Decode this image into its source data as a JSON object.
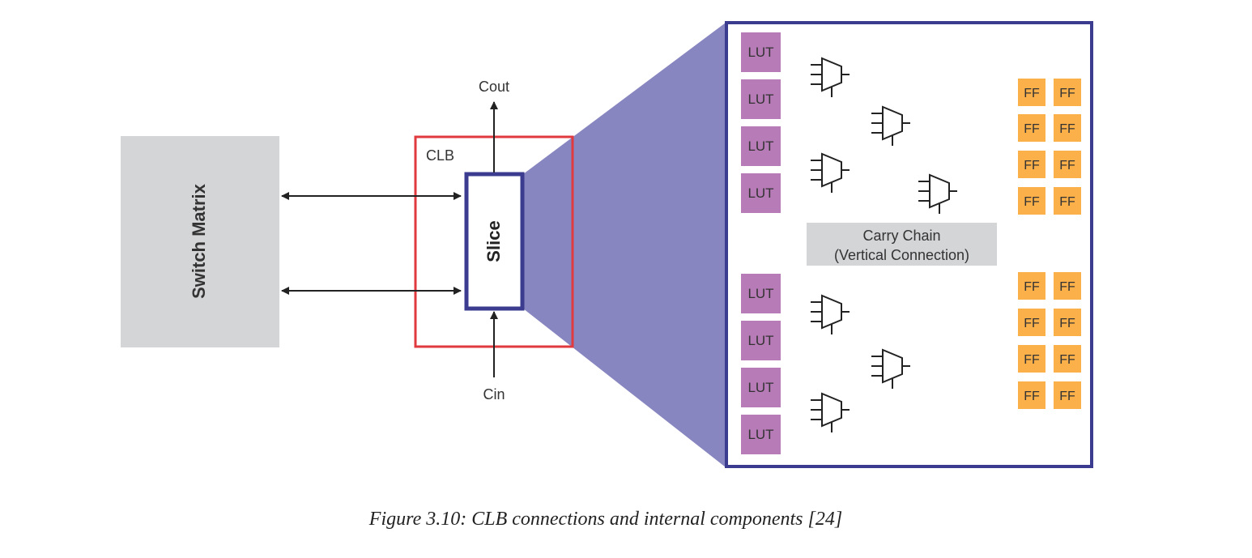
{
  "switch_matrix": {
    "label": "Switch Matrix"
  },
  "clb": {
    "label": "CLB"
  },
  "slice": {
    "label": "Slice"
  },
  "signals": {
    "cout": "Cout",
    "cin": "Cin"
  },
  "expanded_slice": {
    "carry_chain": {
      "line1": "Carry Chain",
      "line2": "(Vertical Connection)"
    },
    "upper_luts": [
      "LUT",
      "LUT",
      "LUT",
      "LUT"
    ],
    "lower_luts": [
      "LUT",
      "LUT",
      "LUT",
      "LUT"
    ],
    "upper_ffs": [
      [
        "FF",
        "FF"
      ],
      [
        "FF",
        "FF"
      ],
      [
        "FF",
        "FF"
      ],
      [
        "FF",
        "FF"
      ]
    ],
    "lower_ffs": [
      [
        "FF",
        "FF"
      ],
      [
        "FF",
        "FF"
      ],
      [
        "FF",
        "FF"
      ],
      [
        "FF",
        "FF"
      ]
    ]
  },
  "caption": "Figure 3.10:  CLB connections and internal components [24]",
  "colors": {
    "switch_matrix_fill": "#d4d5d7",
    "clb_border": "#e03a3e",
    "slice_border": "#3b3c8f",
    "zoom_fill": "#8886c0",
    "lut_fill": "#b77bb7",
    "ff_fill": "#fbb04a",
    "carry_chain_fill": "#d4d5d7"
  }
}
